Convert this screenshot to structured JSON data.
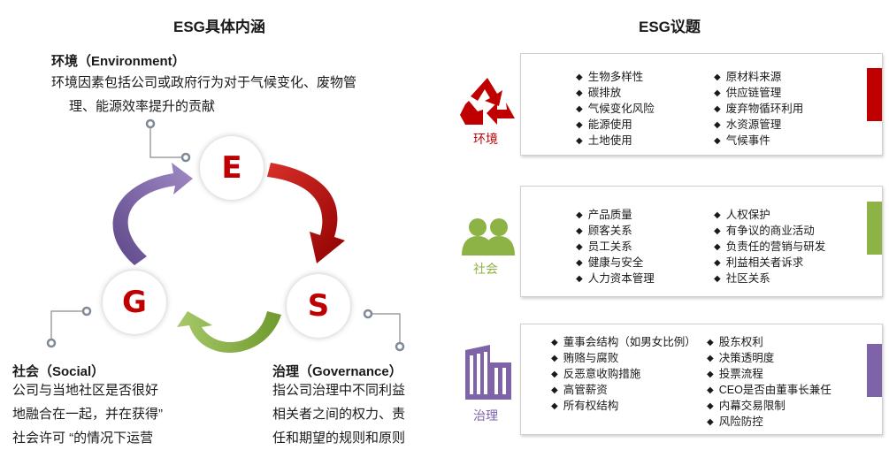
{
  "left_title": "ESG具体内涵",
  "right_title": "ESG议题",
  "letters": {
    "e": "E",
    "s": "S",
    "g": "G"
  },
  "environment": {
    "title": "环境（Environment）",
    "desc_line1": "环境因素包括公司或政府行为对于气候变化、废物管",
    "desc_line2": "理、能源效率提升的贡献"
  },
  "social": {
    "title": "社会（Social）",
    "desc_line1": "公司与当地社区是否很好",
    "desc_line2": "地融合在一起，并在获得”",
    "desc_line3": "社会许可 “的情况下运营"
  },
  "governance": {
    "title": "治理（Governance）",
    "desc_line1": "指公司治理中不同利益",
    "desc_line2": "相关者之间的权力、责",
    "desc_line3": "任和期望的规则和原则"
  },
  "panels": {
    "environment": {
      "label": "环境",
      "color": "#c00000",
      "col1": [
        "生物多样性",
        "碳排放",
        "气候变化风险",
        "能源使用",
        "土地使用"
      ],
      "col2": [
        "原材料来源",
        "供应链管理",
        "废弃物循环利用",
        "水资源管理",
        "气候事件"
      ]
    },
    "social": {
      "label": "社会",
      "color": "#8db346",
      "col1": [
        "产品质量",
        "顾客关系",
        "员工关系",
        "健康与安全",
        "人力资本管理"
      ],
      "col2": [
        "人权保护",
        "有争议的商业活动",
        "负责任的营销与研发",
        "利益相关者诉求",
        "社区关系"
      ]
    },
    "governance": {
      "label": "治理",
      "color": "#7e63a8",
      "col1": [
        "董事会结构（如男女比例）",
        "贿赂与腐败",
        "反恶意收购措施",
        "高管薪资",
        "所有权结构"
      ],
      "col2": [
        "股东权利",
        "决策透明度",
        "投票流程",
        "CEO是否由董事长兼任",
        "内幕交易限制",
        "风险防控"
      ]
    }
  },
  "colors": {
    "red": "#c00000",
    "green": "#8db346",
    "purple": "#7e63a8"
  }
}
